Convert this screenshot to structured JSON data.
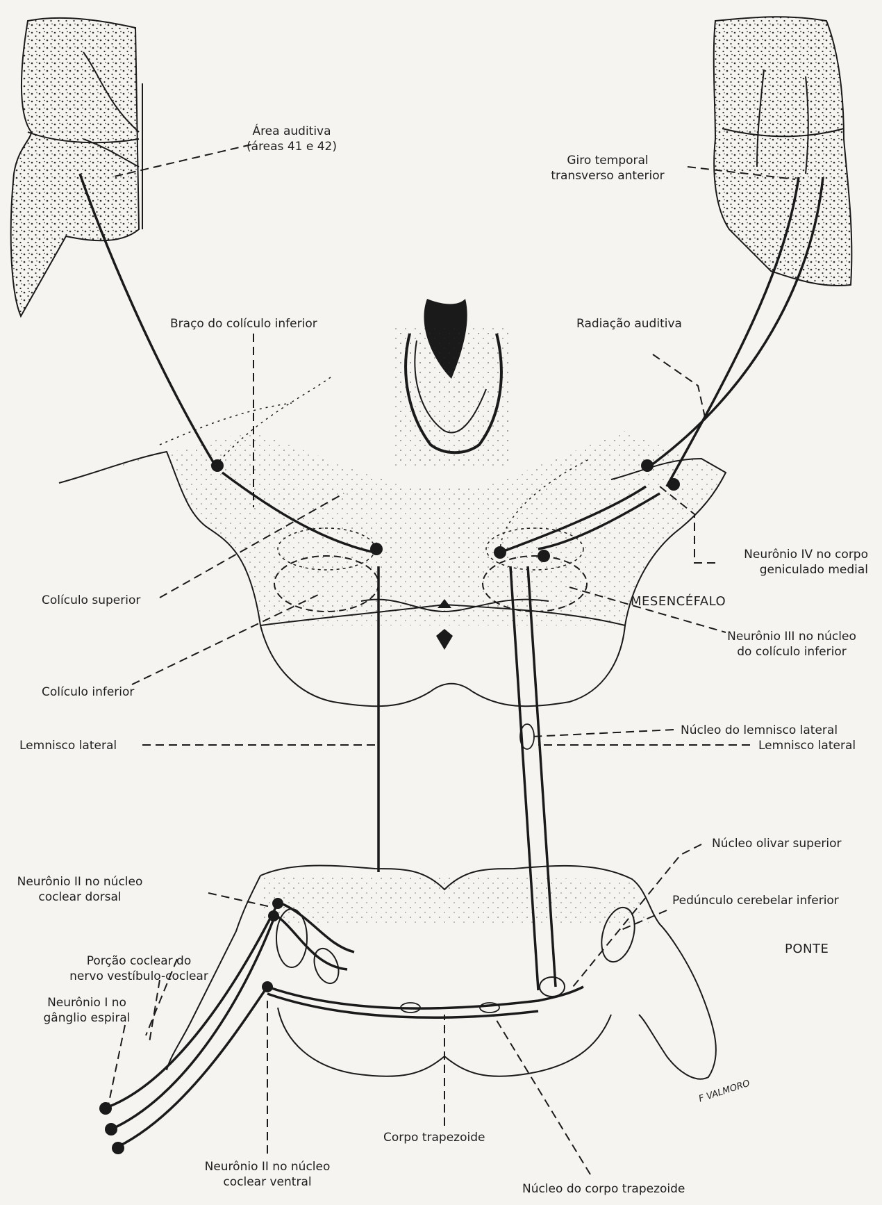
{
  "labels": {
    "area_auditiva_1": "Área auditiva",
    "area_auditiva_2": "(áreas 41 e 42)",
    "giro_temporal_1": "Giro temporal",
    "giro_temporal_2": "transverso anterior",
    "braco_coliculo": "Braço do colículo inferior",
    "radiacao_auditiva": "Radiação auditiva",
    "neuronio_iv_1": "Neurônio IV no corpo",
    "neuronio_iv_2": "geniculado medial",
    "coliculo_superior": "Colículo superior",
    "mesencefalo": "MESENCÉFALO",
    "neuronio_iii_1": "Neurônio III no núcleo",
    "neuronio_iii_2": "do colículo inferior",
    "coliculo_inferior": "Colículo inferior",
    "nucleo_lemnisco": "Núcleo do lemnisco lateral",
    "lemnisco_lateral_left": "Lemnisco lateral",
    "lemnisco_lateral_right": "Lemnisco lateral",
    "nucleo_olivar": "Núcleo olivar superior",
    "neuronio_ii_dorsal_1": "Neurônio II no núcleo",
    "neuronio_ii_dorsal_2": "coclear dorsal",
    "pedunculo": "Pedúnculo cerebelar inferior",
    "ponte": "PONTE",
    "porcao_coclear_1": "Porção coclear do",
    "porcao_coclear_2": "nervo vestíbulo-coclear",
    "neuronio_i_1": "Neurônio I no",
    "neuronio_i_2": "gânglio espiral",
    "corpo_trapezoide": "Corpo trapezoide",
    "neuronio_ii_ventral_1": "Neurônio II no núcleo",
    "neuronio_ii_ventral_2": "coclear ventral",
    "nucleo_corpo_trapezoide": "Núcleo do corpo trapezoide",
    "signature": "F VALMORO"
  },
  "colors": {
    "ink": "#1a1a1a",
    "paper": "#f6f4f0",
    "stipple": "#2a2a2a"
  }
}
